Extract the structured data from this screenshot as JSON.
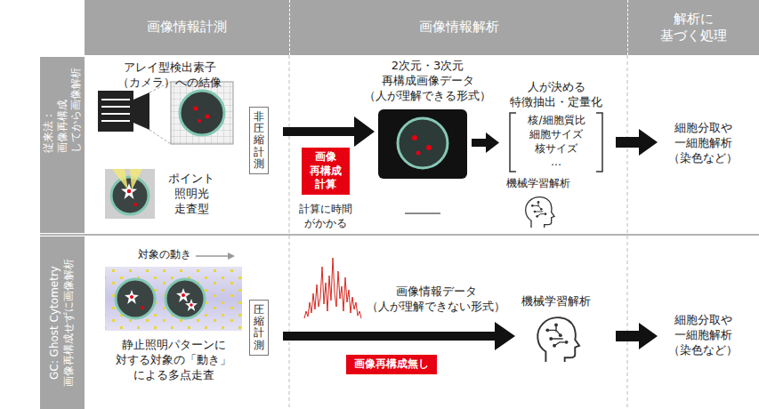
{
  "diagram": {
    "nodes": [
      {
        "text": [
          "画像情報計測"
        ]
      },
      {
        "text": [
          "画像情報解析"
        ]
      },
      {
        "text": [
          "解析に 基づく処理"
        ]
      },
      {
        "text": [
          "従来法：画像再構成 してから画像解析"
        ]
      },
      {
        "text": [
          "非圧縮計測"
        ]
      },
      {
        "text": [
          "画像 再構成 計算"
        ]
      },
      {
        "text": [
          "GC: Ghost Cytometry",
          "画像再構成せずに画像解析"
        ]
      },
      {
        "text": [
          "圧縮計測"
        ]
      },
      {
        "text": [
          "画像再構成無し"
        ]
      }
    ],
    "labels": [
      "アレイ型検出素子 （カメラ）への結像",
      "ポイント 照明光 走査型",
      "計算に時間 がかかる",
      "2次元・3次元 再構成画像データ （人が理解できる形式）",
      "人が決める 特徴抽出・定量化",
      "核/細胞質比",
      "細胞サイズ",
      "核サイズ",
      "…",
      "機械学習解析",
      "細胞分取や 一細胞解析 （染色など）",
      "対象の動き",
      "静止照明パターンに 対する対象の「動き」 による多点走査",
      "画像情報データ （人が理解できない形式）",
      "機械学習解析",
      "細胞分取や 一細胞解析 （染色など）"
    ]
  }
}
